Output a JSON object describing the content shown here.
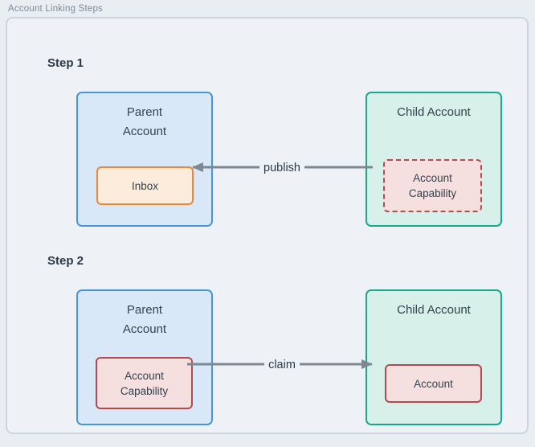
{
  "title": "Account Linking Steps",
  "colors": {
    "page-bg": "#e9eef2",
    "container-bg": "#eef2f6",
    "container-border": "#ccd5dd",
    "title-color": "#7e8b99",
    "heading-color": "#2b3947",
    "text-color": "#33424f",
    "parent-border": "#4896da",
    "parent-fill": "#d8e8f8",
    "child-border": "#17a88e",
    "child-fill": "#d7f0ea",
    "inbox-border": "#ea863b",
    "inbox-fill": "#fcecdb",
    "capability-border": "#b04b50",
    "capability-fill": "#f5dfdf",
    "arrow-color": "#7d8893"
  },
  "steps": [
    {
      "label": "Step 1",
      "parent": {
        "title": "Parent Account",
        "inner": "Inbox"
      },
      "child": {
        "title": "Child Account",
        "inner": "Account Capability",
        "inner_style": "dashed"
      },
      "arrow": {
        "label": "publish",
        "direction": "right-to-left"
      }
    },
    {
      "label": "Step 2",
      "parent": {
        "title": "Parent Account",
        "inner": "Account Capability"
      },
      "child": {
        "title": "Child Account",
        "inner": "Account"
      },
      "arrow": {
        "label": "claim",
        "direction": "left-to-right"
      }
    }
  ]
}
